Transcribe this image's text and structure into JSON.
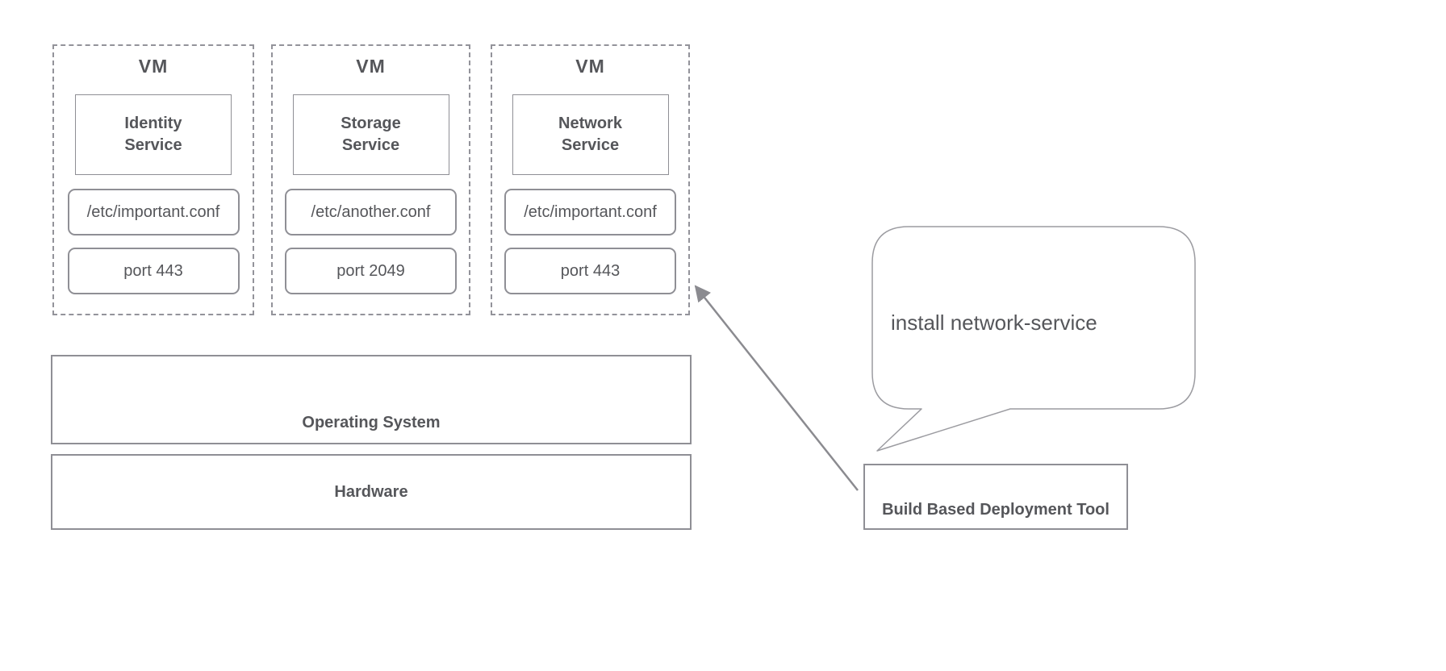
{
  "colors": {
    "border": "#8f8f95",
    "dashed_border": "#93939a",
    "text": "#55565a",
    "arrow": "#8b8b90",
    "background": "#ffffff"
  },
  "vms": [
    {
      "title": "VM",
      "service": "Identity\nService",
      "config": "/etc/important.conf",
      "port": "port 443"
    },
    {
      "title": "VM",
      "service": "Storage\nService",
      "config": "/etc/another.conf",
      "port": "port 2049"
    },
    {
      "title": "VM",
      "service": "Network\nService",
      "config": "/etc/important.conf",
      "port": "port 443"
    }
  ],
  "stack": {
    "os_label": "Operating System",
    "hardware_label": "Hardware"
  },
  "callout": {
    "text": "install network-service"
  },
  "tool": {
    "label": "Build Based Deployment Tool"
  }
}
